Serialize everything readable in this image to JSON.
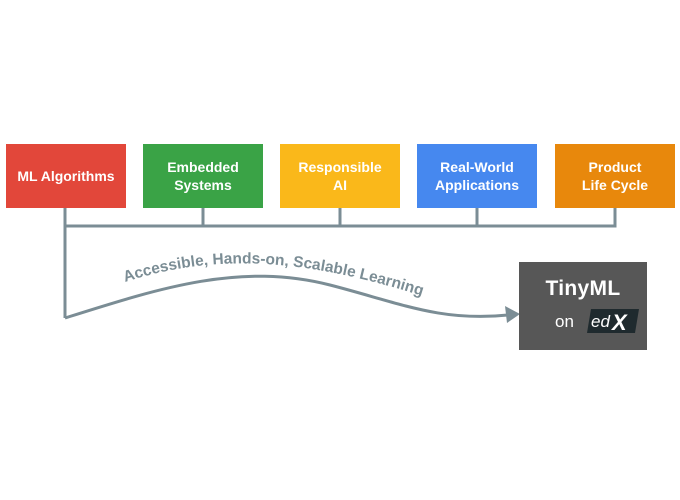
{
  "topics": [
    {
      "label": "ML Algorithms",
      "color": "#e2473a"
    },
    {
      "label": "Embedded\nSystems",
      "color": "#3aa346"
    },
    {
      "label": "Responsible\nAI",
      "color": "#fab81a"
    },
    {
      "label": "Real-World\nApplications",
      "color": "#4688ef"
    },
    {
      "label": "Product\nLife Cycle",
      "color": "#e8880c"
    }
  ],
  "path_label": "Accessible, Hands-on, Scalable Learning",
  "course": {
    "title": "TinyML",
    "on": "on",
    "platform": "edX"
  },
  "colors": {
    "connector": "#7b8d95",
    "course_box": "#575757",
    "logo_bg": "#1f2a2e"
  }
}
